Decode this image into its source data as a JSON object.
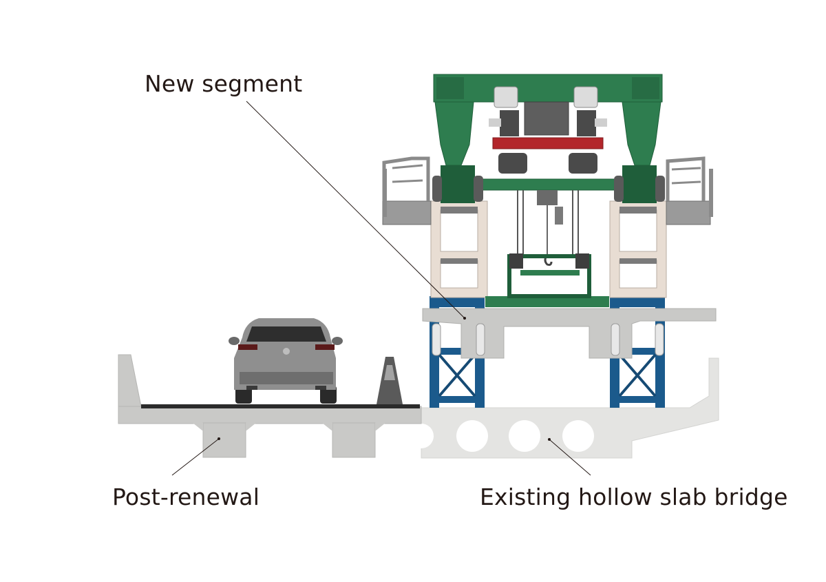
{
  "labels": {
    "new_segment": "New segment",
    "post_renewal": "Post-renewal",
    "existing_bridge": "Existing hollow slab bridge"
  },
  "colors": {
    "gantry_green": "#2e7d4f",
    "gantry_green_dark": "#1f5e3a",
    "beam_red": "#b3262b",
    "support_blue": "#1b5a8c",
    "concrete": "#c9c9c7",
    "concrete_existing": "#e4e4e2",
    "asphalt": "#2b2b2b",
    "frame_cream": "#e8ddd3",
    "railing_gray": "#8a8a8a",
    "vehicle_gray": "#8c8c8c",
    "text": "#231815"
  },
  "icons": {
    "vehicle": "suv-rear-view",
    "gantry": "segment-erection-gantry",
    "hoist": "chain-hoist"
  }
}
